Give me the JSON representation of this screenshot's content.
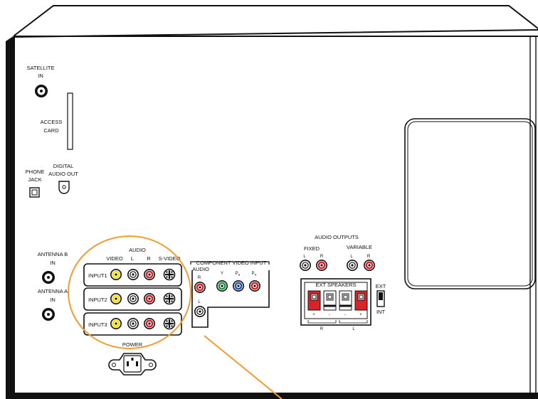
{
  "panel": {
    "satellite_in": [
      "SATELLITE",
      "IN"
    ],
    "access_card": [
      "ACCESS",
      "CARD"
    ],
    "phone_jack": [
      "PHONE",
      "JACK"
    ],
    "digital_audio_out": [
      "DIGITAL",
      "AUDIO OUT"
    ],
    "antenna_b": [
      "ANTENNA B",
      "IN"
    ],
    "antenna_a": [
      "ANTENNA A",
      "IN"
    ],
    "inputs_header": {
      "video": "VIDEO",
      "audio": "AUDIO",
      "l": "L",
      "r": "R",
      "svideo": "S-VIDEO"
    },
    "input_rows": [
      {
        "label": "INPUT1"
      },
      {
        "label": "INPUT2"
      },
      {
        "label": "INPUT3"
      }
    ],
    "component": {
      "title": "COMPONENT VIDEO INPUT",
      "audio": "AUDIO",
      "r": "R",
      "l": "L",
      "y": "Y",
      "pb": "P",
      "pb_sub": "B",
      "pr": "P",
      "pr_sub": "R"
    },
    "audio_outputs": {
      "title": "AUDIO OUTPUTS",
      "fixed": "FIXED",
      "variable": "VARIABLE",
      "l": "L",
      "r": "R"
    },
    "ext_speakers": {
      "title": "EXT SPEAKERS",
      "plus": "+",
      "minus": "-",
      "r": "R",
      "l": "L"
    },
    "switch": {
      "ext": "EXT",
      "int": "INT"
    },
    "power": "POWER"
  },
  "colors": {
    "outline": "#111111",
    "highlight": "#F39C32",
    "red": "#D8232A",
    "yellow": "#F2E100",
    "green": "#1A9A3C",
    "blue": "#1F56B5"
  }
}
